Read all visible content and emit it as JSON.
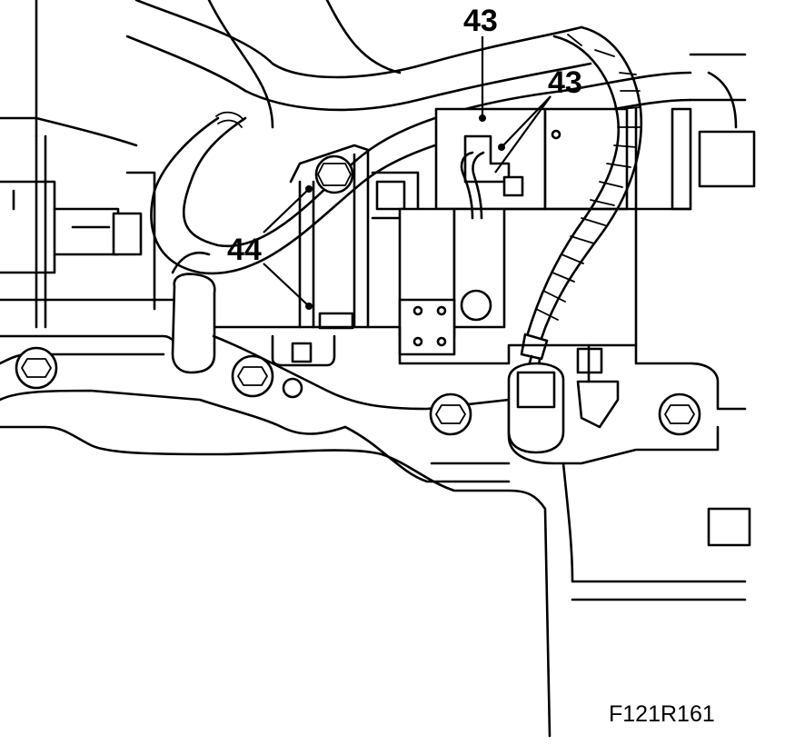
{
  "callouts": {
    "top": "43",
    "right": "43",
    "left": "44"
  },
  "figure_id": "F121R161"
}
